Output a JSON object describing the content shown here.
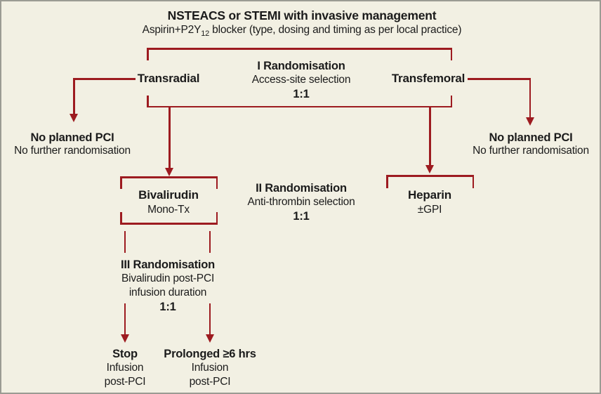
{
  "colors": {
    "line_red": "#9d1b20",
    "background": "#f2f0e3",
    "text": "#1b1b1b",
    "frame_gray": "#9b9b93"
  },
  "header": {
    "title": "NSTEACS or STEMI with invasive management",
    "subtitle_pre": "Aspirin+P2Y",
    "subtitle_sub": "12",
    "subtitle_post": " blocker (type, dosing and timing as per local practice)"
  },
  "randomisation1": {
    "label": "I Randomisation",
    "description": "Access-site selection",
    "ratio": "1:1"
  },
  "access_arms": {
    "transradial": "Transradial",
    "transfemoral": "Transfemoral"
  },
  "no_planned_pci_left": {
    "title": "No planned PCI",
    "subtitle": "No further randomisation"
  },
  "no_planned_pci_right": {
    "title": "No planned PCI",
    "subtitle": "No further randomisation"
  },
  "bivalirudin_box": {
    "title": "Bivalirudin",
    "subtitle": "Mono-Tx"
  },
  "randomisation2": {
    "label": "II Randomisation",
    "description": "Anti-thrombin selection",
    "ratio": "1:1"
  },
  "heparin_box": {
    "title": "Heparin",
    "subtitle": "±GPI"
  },
  "randomisation3": {
    "label": "III Randomisation",
    "description_line1": "Bivalirudin post-PCI",
    "description_line2": "infusion duration",
    "ratio": "1:1"
  },
  "outcome_stop": {
    "title": "Stop",
    "line2": "Infusion",
    "line3": "post-PCI"
  },
  "outcome_prolonged": {
    "title": "Prolonged ≥6 hrs",
    "line2": "Infusion",
    "line3": "post-PCI"
  }
}
